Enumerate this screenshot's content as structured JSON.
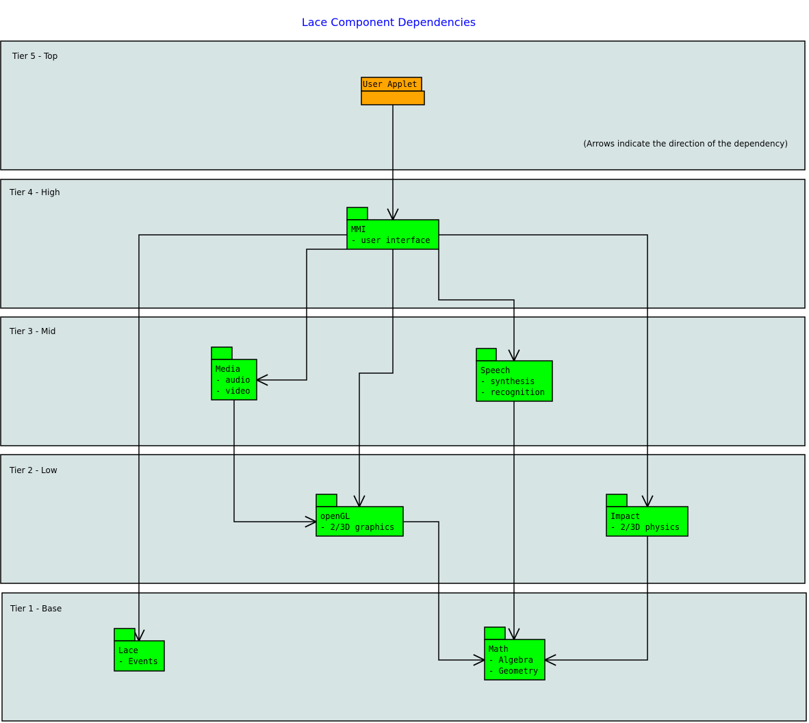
{
  "title": "Lace Component Dependencies",
  "note": "(Arrows indicate the direction of the dependency)",
  "colors": {
    "title": "#0000FF",
    "tier_fill": "#D7E4E4",
    "package_fill": "#00FF00",
    "applet_fill": "#FFA500",
    "stroke": "#000000"
  },
  "tiers": [
    {
      "id": "tier5",
      "label": "Tier 5 - Top"
    },
    {
      "id": "tier4",
      "label": "Tier 4 - High"
    },
    {
      "id": "tier3",
      "label": "Tier 3 - Mid"
    },
    {
      "id": "tier2",
      "label": "Tier 2 - Low"
    },
    {
      "id": "tier1",
      "label": "Tier 1 - Base"
    }
  ],
  "packages": [
    {
      "id": "applet",
      "tier": "tier5",
      "lines": [
        "User Applet"
      ]
    },
    {
      "id": "mmi",
      "tier": "tier4",
      "lines": [
        "MMI",
        "- user interface"
      ]
    },
    {
      "id": "media",
      "tier": "tier3",
      "lines": [
        "Media",
        "- audio",
        "- video"
      ]
    },
    {
      "id": "speech",
      "tier": "tier3",
      "lines": [
        "Speech",
        "- synthesis",
        "- recognition"
      ]
    },
    {
      "id": "opengl",
      "tier": "tier2",
      "lines": [
        "openGL",
        "- 2/3D graphics"
      ]
    },
    {
      "id": "impact",
      "tier": "tier2",
      "lines": [
        "Impact",
        "- 2/3D physics"
      ]
    },
    {
      "id": "lace",
      "tier": "tier1",
      "lines": [
        "Lace",
        "- Events"
      ]
    },
    {
      "id": "math",
      "tier": "tier1",
      "lines": [
        "Math",
        "- Algebra",
        "- Geometry"
      ]
    }
  ],
  "edges": [
    {
      "from": "applet",
      "to": "mmi"
    },
    {
      "from": "mmi",
      "to": "lace"
    },
    {
      "from": "mmi",
      "to": "media"
    },
    {
      "from": "mmi",
      "to": "opengl"
    },
    {
      "from": "mmi",
      "to": "speech"
    },
    {
      "from": "mmi",
      "to": "impact"
    },
    {
      "from": "media",
      "to": "opengl"
    },
    {
      "from": "speech",
      "to": "math"
    },
    {
      "from": "opengl",
      "to": "math"
    },
    {
      "from": "impact",
      "to": "math"
    }
  ]
}
